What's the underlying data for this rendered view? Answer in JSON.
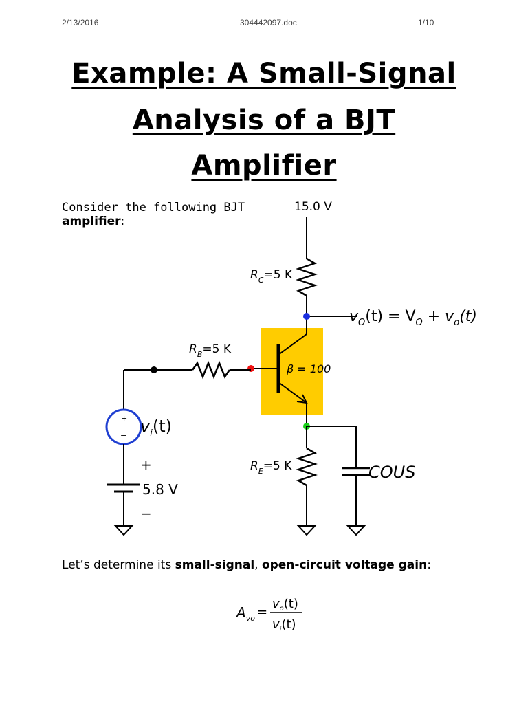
{
  "header": {
    "date": "2/13/2016",
    "filename": "304442097.doc",
    "page": "1/10"
  },
  "title": {
    "line1": "Example:  A Small-Signal",
    "line2": "Analysis of a BJT",
    "line3": "Amplifier"
  },
  "intro": {
    "text1": "Consider the following BJT",
    "bold": "amplifier",
    "colon": ":"
  },
  "circuit": {
    "supply": "15.0 V",
    "rc_label": "R",
    "rc_sub": "C",
    "rc_value": "=5 K",
    "rb_label": "R",
    "rb_sub": "B",
    "rb_value": "=5 K",
    "re_label": "R",
    "re_sub": "E",
    "re_value": "=5 K",
    "beta": "β = 100",
    "vo_expr_v": "v",
    "vo_expr_O": "O",
    "vo_expr_rest": "(t) = V",
    "vo_expr_O2": "O",
    "vo_expr_plus": " + v",
    "vo_expr_o3": "o",
    "vo_expr_t": "(t)",
    "vi_v": "v",
    "vi_sub": "i",
    "vi_t": "(t)",
    "src_plus": "+",
    "src_minus": "−",
    "bias_plus": "+",
    "bias_value": "5.8 V",
    "bias_minus": "−",
    "cap_label": "COUS"
  },
  "determine": {
    "text1": "Let’s determine its ",
    "bold1": "small-signal",
    "comma": ", ",
    "bold2": "open-circuit voltage gain",
    "colon": ":"
  },
  "equation": {
    "lhs": "A",
    "lhs_sub": "vo",
    "num_v": "v",
    "num_sub": "o",
    "num_t": "(t)",
    "den_v": "v",
    "den_sub": "i",
    "den_t": "(t)"
  },
  "colors": {
    "transistor_box": "#ffcc00",
    "source_circle": "#1f3fd1",
    "node_blue": "#1a2fe0",
    "node_red": "#ee1111",
    "node_green": "#18d018"
  }
}
